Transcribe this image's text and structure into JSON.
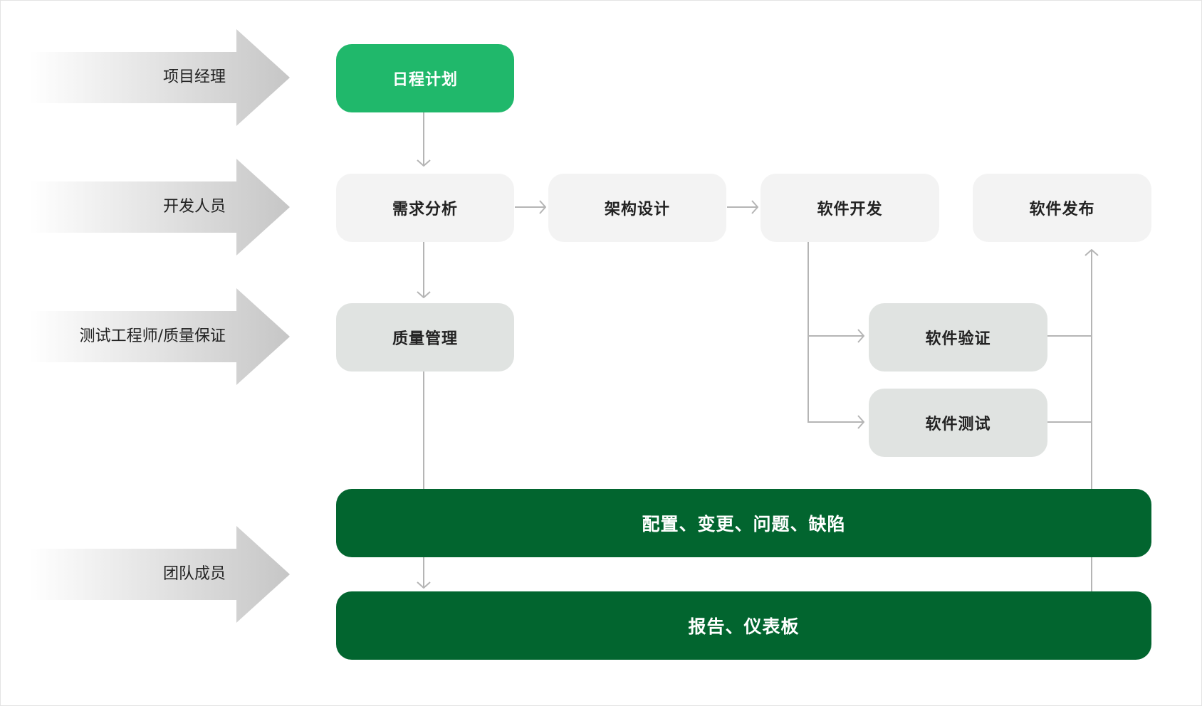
{
  "colors": {
    "accent_green": "#20b86b",
    "dark_green": "#02652f",
    "light_box": "#f3f3f3",
    "mid_box": "#e0e3e1",
    "connector": "#b5b5b5",
    "role_arrow_gradient": [
      "#ffffff",
      "#c6c6c6"
    ]
  },
  "roles": [
    {
      "id": "pm",
      "label": "项目经理"
    },
    {
      "id": "dev",
      "label": "开发人员"
    },
    {
      "id": "qa",
      "label": "测试工程师/质量保证"
    },
    {
      "id": "team",
      "label": "团队成员"
    }
  ],
  "nodes": {
    "schedule": {
      "label": "日程计划"
    },
    "requirements": {
      "label": "需求分析"
    },
    "architecture": {
      "label": "架构设计"
    },
    "development": {
      "label": "软件开发"
    },
    "release": {
      "label": "软件发布"
    },
    "quality": {
      "label": "质量管理"
    },
    "verification": {
      "label": "软件验证"
    },
    "testing": {
      "label": "软件测试"
    },
    "config_changes": {
      "label": "配置、变更、问题、缺陷"
    },
    "reports": {
      "label": "报告、仪表板"
    }
  },
  "connections": [
    {
      "from": "schedule",
      "to": "requirements"
    },
    {
      "from": "requirements",
      "to": "architecture"
    },
    {
      "from": "architecture",
      "to": "development"
    },
    {
      "from": "requirements",
      "to": "quality"
    },
    {
      "from": "development",
      "to": "verification"
    },
    {
      "from": "development",
      "to": "testing"
    },
    {
      "from": "verification",
      "to": "release"
    },
    {
      "from": "testing",
      "to": "release"
    },
    {
      "from": "quality",
      "to": "reports"
    }
  ]
}
